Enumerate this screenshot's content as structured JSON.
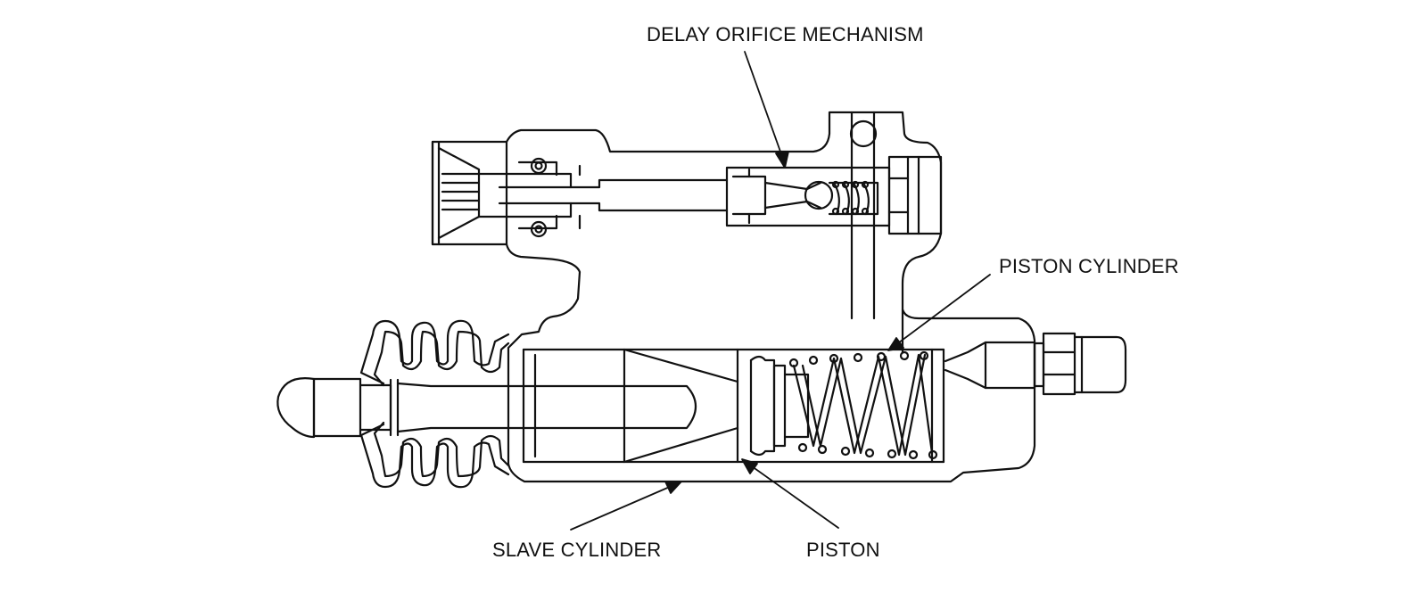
{
  "labels": {
    "delay_orifice": "DELAY ORIFICE MECHANISM",
    "piston_cylinder": "PISTON CYLINDER",
    "slave_cylinder": "SLAVE CYLINDER",
    "piston": "PISTON"
  },
  "colors": {
    "line": "#111111",
    "background": "#ffffff"
  }
}
